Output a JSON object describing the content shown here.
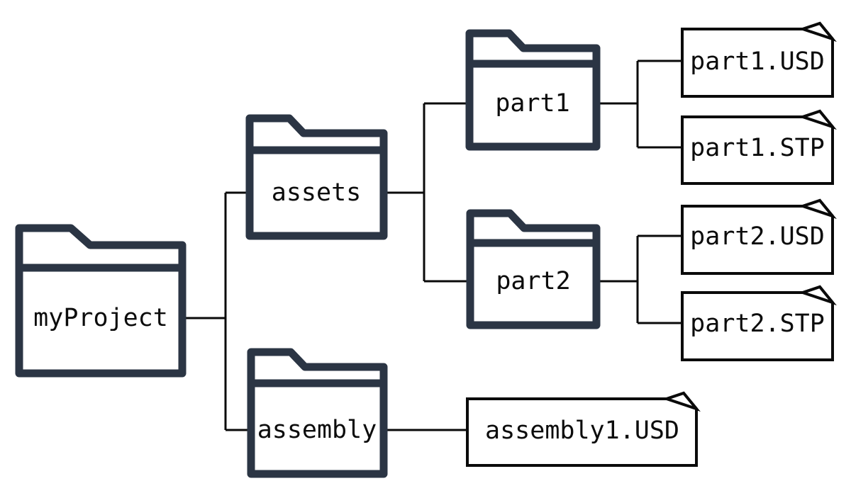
{
  "colors": {
    "background": "#ffffff",
    "folder_outline": "#2b3544",
    "file_outline": "#0a0a0a",
    "connector": "#0a0a0a",
    "label_text": "#0c0c0c"
  },
  "nodes": {
    "myProject": {
      "label": "myProject",
      "type": "folder"
    },
    "assets": {
      "label": "assets",
      "type": "folder"
    },
    "assembly": {
      "label": "assembly",
      "type": "folder"
    },
    "part1": {
      "label": "part1",
      "type": "folder"
    },
    "part2": {
      "label": "part2",
      "type": "folder"
    },
    "part1_usd": {
      "label": "part1.USD",
      "type": "file"
    },
    "part1_stp": {
      "label": "part1.STP",
      "type": "file"
    },
    "part2_usd": {
      "label": "part2.USD",
      "type": "file"
    },
    "part2_stp": {
      "label": "part2.STP",
      "type": "file"
    },
    "assembly1_usd": {
      "label": "assembly1.USD",
      "type": "file"
    }
  },
  "hierarchy": {
    "myProject": {
      "assets": {
        "part1": [
          "part1.USD",
          "part1.STP"
        ],
        "part2": [
          "part2.USD",
          "part2.STP"
        ]
      },
      "assembly": [
        "assembly1.USD"
      ]
    }
  }
}
